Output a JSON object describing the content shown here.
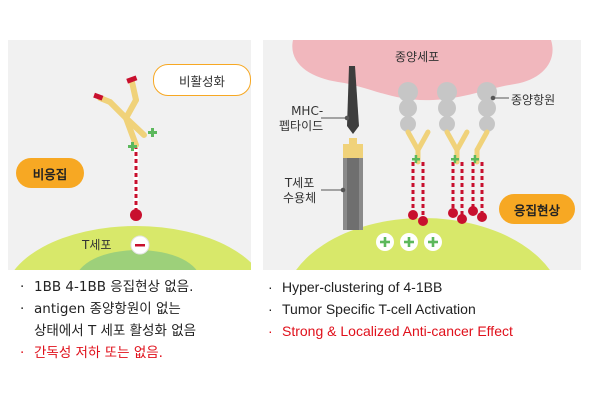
{
  "left": {
    "label_activation": "비활성화",
    "label_non_aggregation": "비응집",
    "label_tcell": "T세포",
    "minus_sign": "−"
  },
  "right": {
    "label_tumor": "종양세포",
    "label_mhc": "MHC-",
    "label_peptide": "펩타이드",
    "label_tumor_antigen": "종양항원",
    "label_tcell_receptor_1": "T세포",
    "label_tcell_receptor_2": "수용체",
    "label_aggregation": "응집현상",
    "plus_sign": "+"
  },
  "bullets_left": [
    {
      "text": "1BB 4-1BB 응집현상 없음.",
      "highlight": false
    },
    {
      "text": "antigen 종양항원이 없는",
      "text2": "상태에서 T 세포 활성화 없음",
      "highlight": false
    },
    {
      "text": "간독성 저하 또는 없음.",
      "highlight": true
    }
  ],
  "bullets_right": [
    {
      "text": "Hyper-clustering of 4-1BB",
      "highlight": false
    },
    {
      "text": "Tumor Specific T-cell Activation",
      "highlight": false
    },
    {
      "text": "Strong & Localized Anti-cancer Effect",
      "highlight": true
    }
  ],
  "bullet_mark": "·",
  "colors": {
    "panel_bg": "#f1f1f1",
    "cell_green": "#d8e86a",
    "cell_inner": "#9dd07a",
    "tumor_pink": "#f1b7bd",
    "orange_label": "#f7a823",
    "antibody_gold": "#f0d27a",
    "stem_red": "#c8102e",
    "highlight_red": "#e0101b",
    "plus_green": "#5cb85c",
    "grey_antigen": "#c6c6c6",
    "mhc_dark": "#3d3d3d"
  }
}
